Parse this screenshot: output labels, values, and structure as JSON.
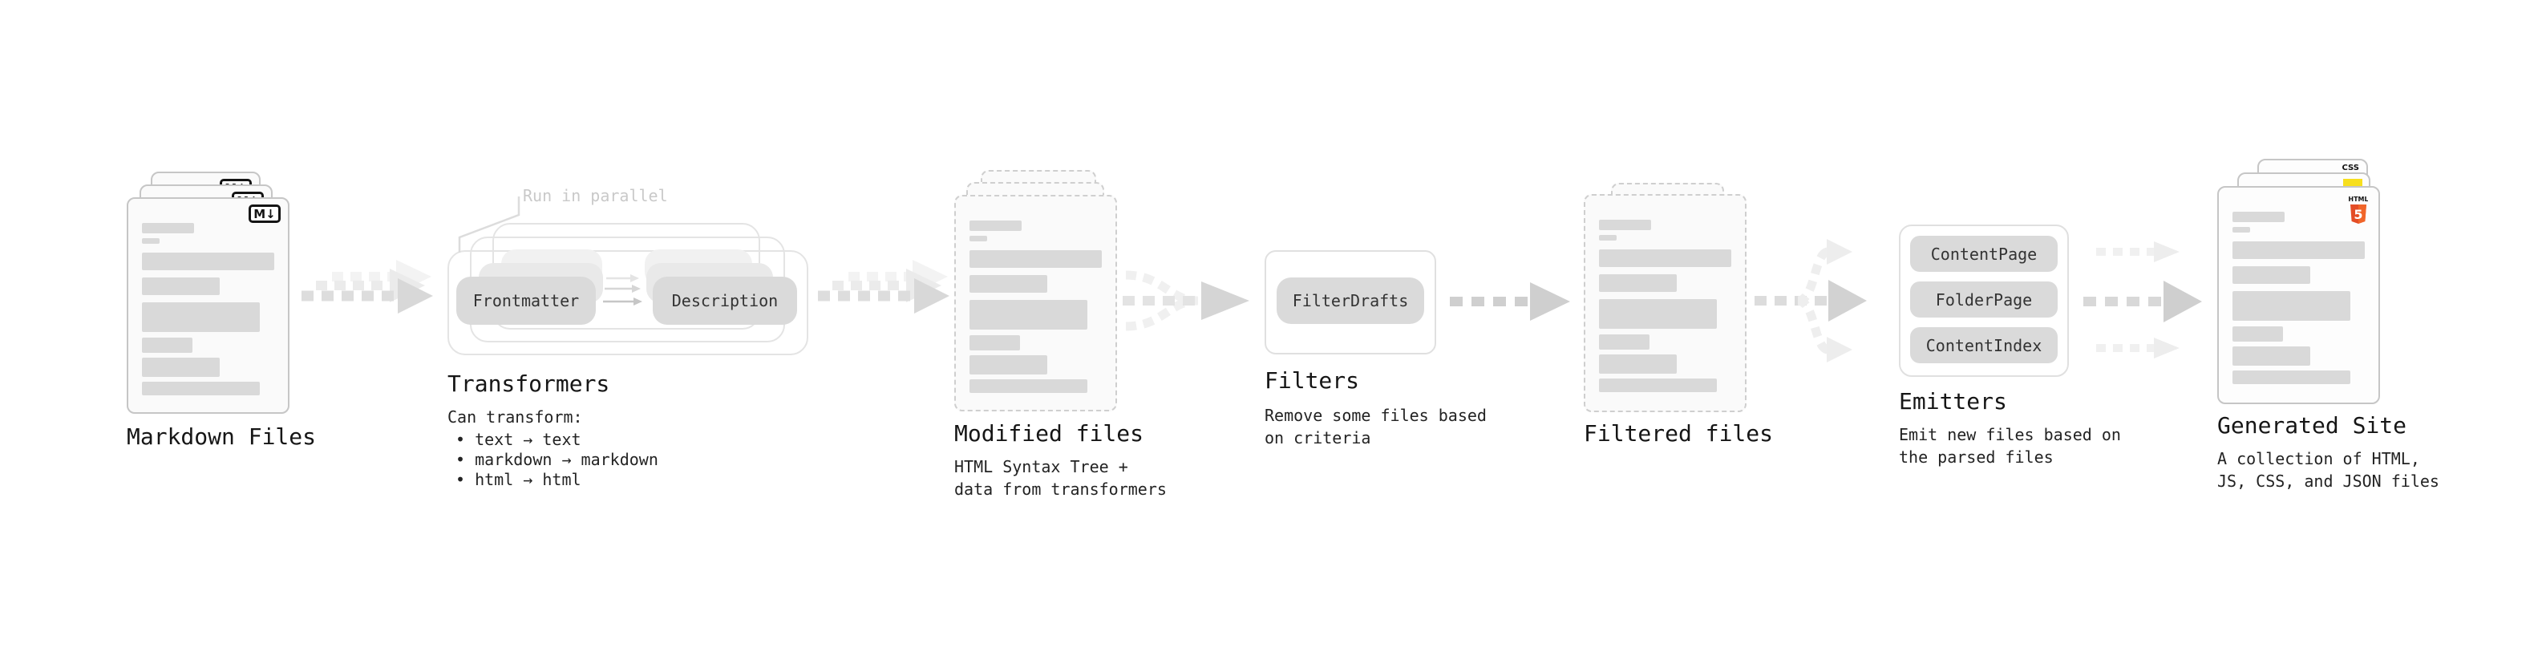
{
  "colors": {
    "background": "#ffffff",
    "heading_text": "#161616",
    "body_text": "#232323",
    "annotation_gray": "#c9c9c9",
    "card_fill": "#fafafa",
    "card_border": "#c6c6c6",
    "dashed_border": "#cfcfcf",
    "outline_border": "#e4e4e4",
    "pill_fill": "#dadada",
    "bar_fill": "#d9d9d9",
    "arrow_main": "#d8d8d8",
    "arrow_echo": "#efefef",
    "html5_orange": "#E44D26",
    "html5_orange_light": "#F16529",
    "js_yellow": "#F7DF1E",
    "css_blue": "#2D66F0"
  },
  "stages": {
    "markdown": {
      "label": "Markdown Files",
      "badge": "M↓"
    },
    "transformers": {
      "label": "Transformers",
      "annotation": "Run in parallel",
      "pills": [
        "Frontmatter",
        "Description"
      ],
      "desc_title": "Can transform:",
      "bullets": [
        "• text → text",
        "• markdown → markdown",
        "• html → html"
      ]
    },
    "modified": {
      "label": "Modified files",
      "desc": [
        "HTML Syntax Tree +",
        "data from transformers"
      ]
    },
    "filters": {
      "label": "Filters",
      "pills": [
        "FilterDrafts"
      ],
      "desc": [
        "Remove some files based",
        "on criteria"
      ]
    },
    "filtered": {
      "label": "Filtered files"
    },
    "emitters": {
      "label": "Emitters",
      "pills": [
        "ContentPage",
        "FolderPage",
        "ContentIndex"
      ],
      "desc": [
        "Emit new files based on",
        "the parsed files"
      ]
    },
    "generated": {
      "label": "Generated Site",
      "badge_css": "CSS",
      "badge_html": "HTML",
      "badge_html_number": "5",
      "desc": [
        "A collection of HTML,",
        "JS, CSS, and JSON files"
      ]
    }
  }
}
